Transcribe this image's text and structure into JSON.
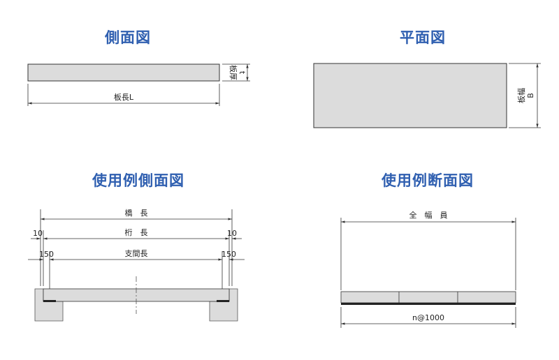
{
  "titles": {
    "side_view": "側面図",
    "plan_view": "平面図",
    "usage_side": "使用例側面図",
    "usage_section": "使用例断面図"
  },
  "side_view": {
    "thickness_label": "板厚",
    "thickness_symbol": "t",
    "length_label": "板長L"
  },
  "plan_view": {
    "width_label": "板幅",
    "width_symbol": "B"
  },
  "usage_side": {
    "bridge_length": "橋　長",
    "girder_length": "桁　長",
    "end_gap_left": "10",
    "end_gap_right": "10",
    "span_length": "支間長",
    "bearing_left": "150",
    "bearing_right": "150"
  },
  "usage_section": {
    "total_width": "全　幅　員",
    "spacing": "n@1000"
  },
  "colors": {
    "title": "#2f5fb0",
    "slab_fill": "#dcdcdc",
    "line": "#333333"
  }
}
